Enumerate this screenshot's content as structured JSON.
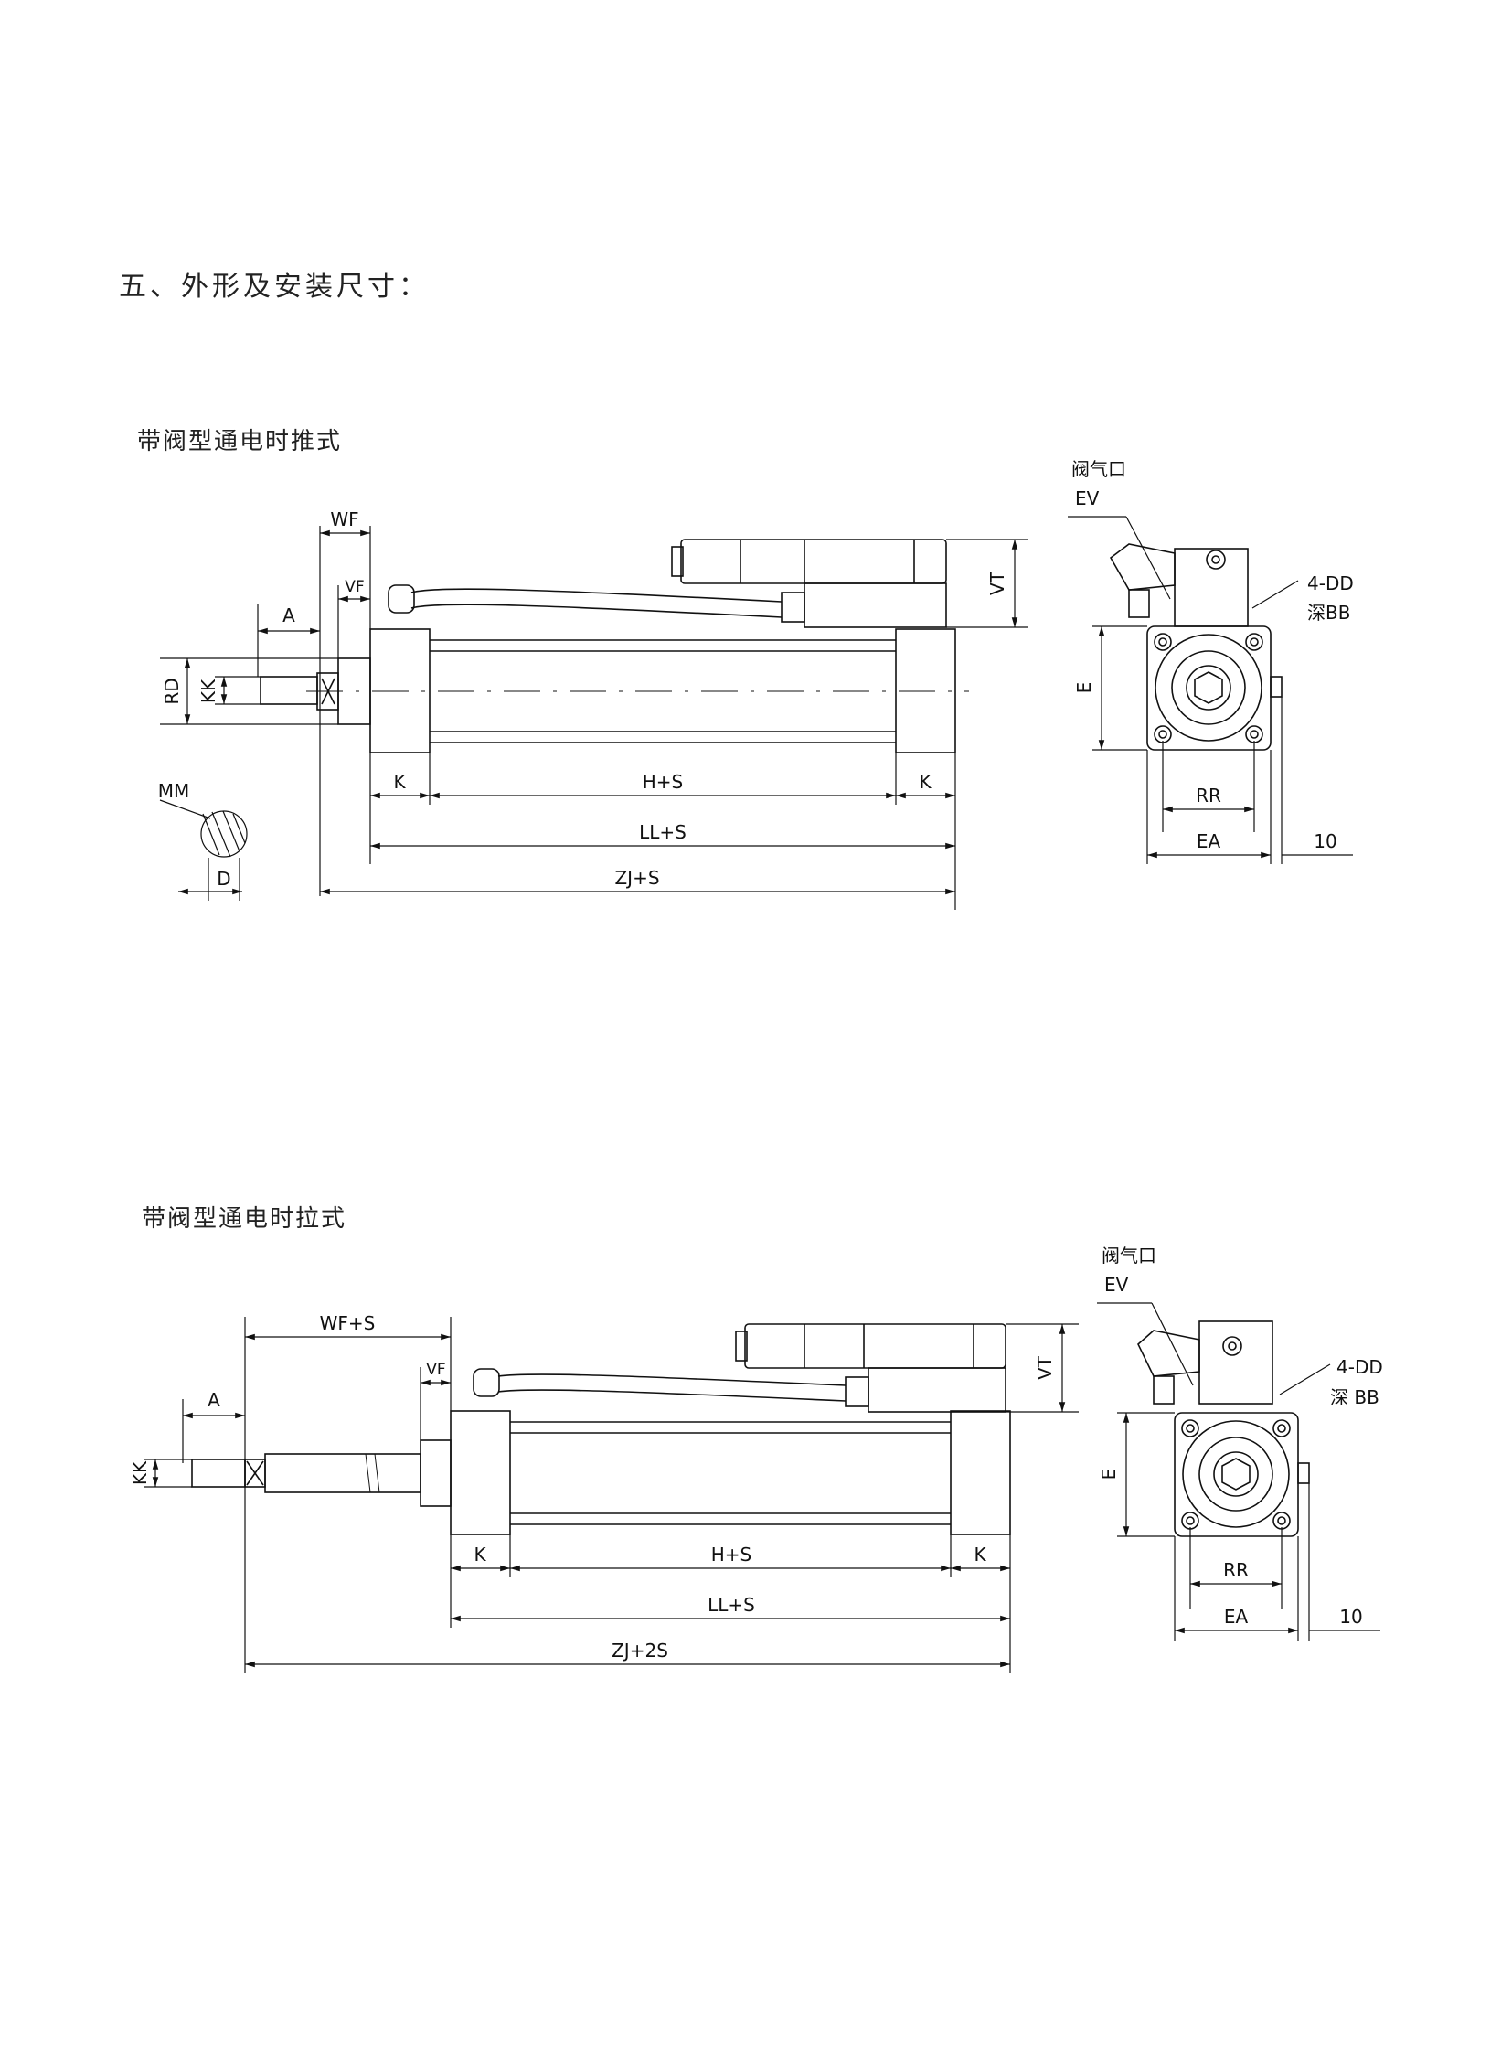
{
  "page": {
    "title": "五、外形及安装尺寸："
  },
  "sections": [
    {
      "title": "带阀型通电时推式",
      "labels": {
        "wf": "WF",
        "vf": "VF",
        "a": "A",
        "rd": "RD",
        "kk": "KK",
        "mm": "MM",
        "d": "D",
        "k_left": "K",
        "hs": "H+S",
        "k_right": "K",
        "ll": "LL+S",
        "zj": "ZJ+S",
        "vt": "VT",
        "valve_port": "阀气口",
        "ev": "EV",
        "dd": "4-DD",
        "bb": "深BB",
        "e": "E",
        "rr": "RR",
        "ea": "EA",
        "ten": "10"
      }
    },
    {
      "title": "带阀型通电时拉式",
      "labels": {
        "wf": "WF+S",
        "vf": "VF",
        "a": "A",
        "kk": "KK",
        "k_left": "K",
        "hs": "H+S",
        "k_right": "K",
        "ll": "LL+S",
        "zj": "ZJ+2S",
        "vt": "VT",
        "valve_port": "阀气口",
        "ev": "EV",
        "dd": "4-DD",
        "bb": "深 BB",
        "e": "E",
        "rr": "RR",
        "ea": "EA",
        "ten": "10"
      }
    }
  ]
}
